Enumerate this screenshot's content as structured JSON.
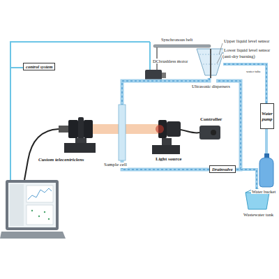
{
  "diagram": {
    "nodes": [
      {
        "text": [
          "control system"
        ]
      },
      {
        "text": [
          "Water pump"
        ]
      },
      {
        "text": [
          "Drainvalve"
        ]
      }
    ],
    "labels": [
      "Synchronous belt",
      "DCbrushless motor",
      "Upper liquid level sensor",
      "Lower liquid level sensor",
      "(anti-dry burning)",
      "Ultrasonic dispersers",
      "Custom telecentriclens",
      "Sample cell",
      "Light source",
      "Controller",
      "Water bucket",
      "Wastewater tank",
      "water tube"
    ]
  }
}
